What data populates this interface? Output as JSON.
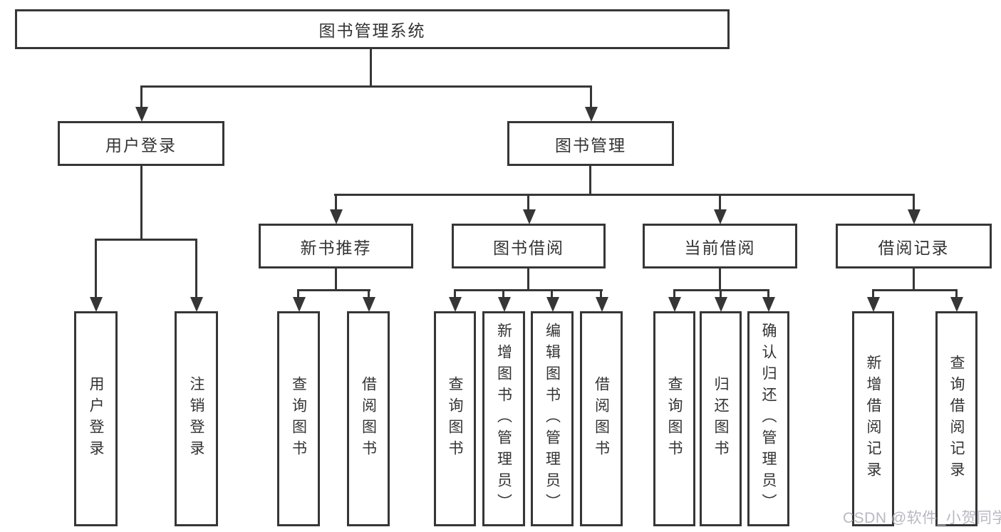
{
  "nodes": {
    "root": "图书管理系统",
    "user_login": "用户登录",
    "book_management": "图书管理",
    "new_book_recommend": "新书推荐",
    "book_borrow": "图书借阅",
    "current_borrow": "当前借阅",
    "borrow_records": "借阅记录",
    "leaf_user_login": "用户登录",
    "leaf_logout": "注销登录",
    "nb_query_books": "查询图书",
    "nb_borrow_books": "借阅图书",
    "bb_query_books": "查询图书",
    "bb_add_books_admin": "新增图书（管理员）",
    "bb_edit_books_admin": "编辑图书（管理员）",
    "bb_borrow_books": "借阅图书",
    "cb_query_books": "查询图书",
    "cb_return_books": "归还图书",
    "cb_confirm_return_admin": "确认归还（管理员）",
    "br_add_record": "新增借阅记录",
    "br_query_record": "查询借阅记录"
  },
  "hierarchy": {
    "图书管理系统": {
      "用户登录": [
        "用户登录",
        "注销登录"
      ],
      "图书管理": {
        "新书推荐": [
          "查询图书",
          "借阅图书"
        ],
        "图书借阅": [
          "查询图书",
          "新增图书（管理员）",
          "编辑图书（管理员）",
          "借阅图书"
        ],
        "当前借阅": [
          "查询图书",
          "归还图书",
          "确认归还（管理员）"
        ],
        "借阅记录": [
          "新增借阅记录",
          "查询借阅记录"
        ]
      }
    }
  },
  "watermark": "CSDN @软件_小贺同学",
  "colors": {
    "line": "#363636",
    "text": "#333333",
    "watermark": "#b8b8c2",
    "background": "#ffffff"
  }
}
